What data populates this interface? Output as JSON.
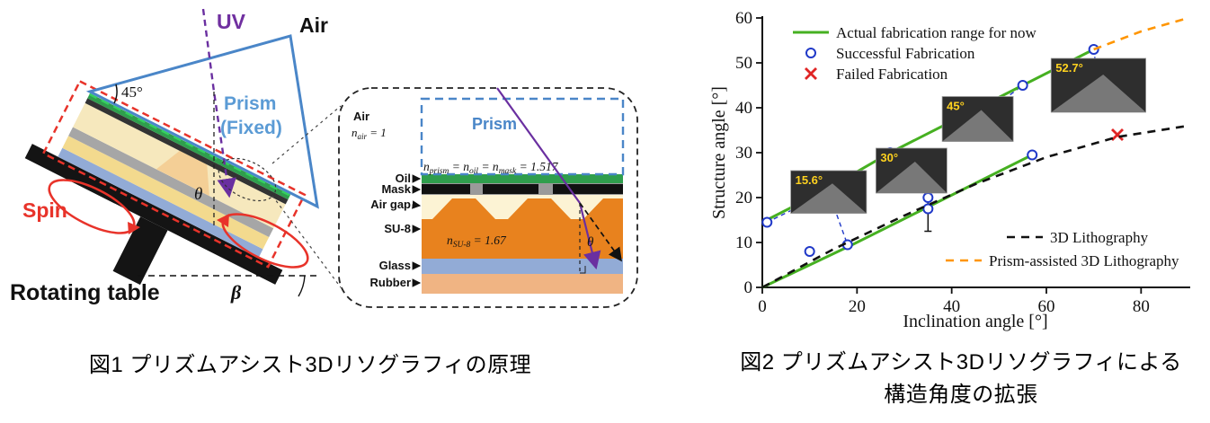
{
  "figure1": {
    "caption": "図1 プリズムアシスト3Dリソグラフィの原理",
    "labels": {
      "uv": "UV",
      "air": "Air",
      "prism_line1": "Prism",
      "prism_line2": "(Fixed)",
      "angle_45": "45°",
      "theta": "θ",
      "beta": "β",
      "spin": "Spin",
      "rotating_table": "Rotating table"
    },
    "inset": {
      "air_label": "Air",
      "n_air": {
        "n": "n",
        "sub": "air",
        "val": " = 1"
      },
      "prism_label": "Prism",
      "equation": {
        "n1": "n",
        "s1": "prism",
        "m1": " = n",
        "s2": "oil",
        "m2": " = n",
        "s3": "mask",
        "val": " = 1.517"
      },
      "n_su8": {
        "n": "n",
        "sub": "SU-8",
        "val": " = 1.67"
      },
      "theta": "θ",
      "layers": {
        "oil": "Oil",
        "mask": "Mask",
        "air_gap": "Air gap",
        "su8": "SU-8",
        "glass": "Glass",
        "rubber": "Rubber"
      }
    }
  },
  "figure2": {
    "caption_line1": "図2 プリズムアシスト3Dリソグラフィによる",
    "caption_line2": "構造角度の拡張"
  },
  "chart_data": {
    "type": "scatter",
    "title": "",
    "xlabel": "Inclination angle [°]",
    "ylabel": "Structure angle [°]",
    "xlim": [
      0,
      90
    ],
    "ylim": [
      0,
      60
    ],
    "xticks": [
      0,
      20,
      40,
      60,
      80
    ],
    "yticks": [
      0,
      10,
      20,
      30,
      40,
      50,
      60
    ],
    "grid": false,
    "series": [
      {
        "name": "Actual fabrication range for now",
        "type": "line",
        "color": "#46b021",
        "lines": [
          [
            [
              0,
              14.5
            ],
            [
              13,
              21.5
            ],
            [
              27,
              30
            ],
            [
              41,
              37.5
            ],
            [
              55,
              45
            ],
            [
              70,
              53
            ]
          ],
          [
            [
              0,
              0
            ],
            [
              19,
              9.5
            ],
            [
              38,
              19.5
            ],
            [
              57,
              29.5
            ]
          ]
        ]
      },
      {
        "name": "Successful Fabrication",
        "type": "scatter_open_circle",
        "color": "#2039c8",
        "points": [
          [
            1,
            14.5
          ],
          [
            10,
            8
          ],
          [
            18,
            9.5
          ],
          [
            27,
            30
          ],
          [
            35,
            20
          ],
          [
            35,
            17.5
          ],
          [
            55,
            45
          ],
          [
            57,
            29.5
          ],
          [
            70,
            53
          ]
        ],
        "error_bars": [
          {
            "x": 35,
            "y": 17.5,
            "lo": 12.5,
            "hi": 21
          }
        ]
      },
      {
        "name": "Failed Fabrication",
        "type": "scatter_x",
        "color": "#e02424",
        "points": [
          [
            75,
            34
          ]
        ]
      },
      {
        "name": "3D Lithography",
        "type": "dashed_line",
        "color": "#111111",
        "points": [
          [
            0,
            0
          ],
          [
            15,
            8.5
          ],
          [
            30,
            16
          ],
          [
            45,
            23
          ],
          [
            60,
            29
          ],
          [
            75,
            33.5
          ],
          [
            90,
            36
          ]
        ]
      },
      {
        "name": "Prism-assisted 3D Lithography",
        "type": "dashed_line",
        "color": "#ff9500",
        "points": [
          [
            70,
            53
          ],
          [
            80,
            57
          ],
          [
            90,
            60
          ]
        ]
      }
    ],
    "legend_top": [
      {
        "marker": "line",
        "color": "#46b021",
        "label": "Actual fabrication range for now"
      },
      {
        "marker": "open_circle",
        "color": "#2039c8",
        "label": "Successful Fabrication"
      },
      {
        "marker": "x",
        "color": "#e02424",
        "label": "Failed Fabrication"
      }
    ],
    "legend_bottom": [
      {
        "marker": "dash",
        "color": "#111111",
        "label": "3D Lithography"
      },
      {
        "marker": "dash",
        "color": "#ff9500",
        "label": "Prism-assisted 3D Lithography"
      }
    ],
    "insets": [
      {
        "label": "15.6°",
        "x": 6,
        "y": 26,
        "w": 16,
        "h": 9.5,
        "connect": [
          [
            1,
            14.5
          ],
          [
            18,
            9.5
          ]
        ]
      },
      {
        "label": "30°",
        "x": 24,
        "y": 31,
        "w": 15,
        "h": 10,
        "connect": [
          [
            27,
            30
          ]
        ]
      },
      {
        "label": "45°",
        "x": 38,
        "y": 42.5,
        "w": 15,
        "h": 10,
        "connect": [
          [
            55,
            45
          ]
        ]
      },
      {
        "label": "52.7°",
        "x": 61,
        "y": 51,
        "w": 20,
        "h": 12,
        "connect": [
          [
            70,
            53
          ]
        ]
      }
    ]
  }
}
